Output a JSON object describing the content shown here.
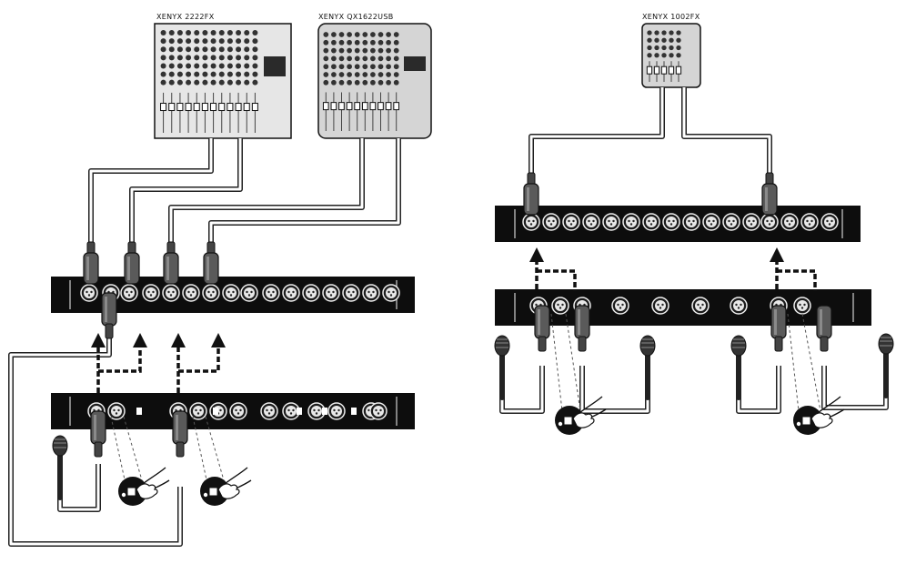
{
  "mixers": {
    "m1": {
      "label": "XENYX 2222FX"
    },
    "m2": {
      "label": "XENYX QX1622USB"
    },
    "m3": {
      "label": "XENYX 1002FX"
    }
  },
  "colors": {
    "rack": "#0d0d0d",
    "cable": "#3a3a3a",
    "arrow": "#111111",
    "mixer_face": "#e6e6e6",
    "mixer_dark": "#2a2a2a"
  },
  "icons": [
    "xlr-connector-icon",
    "microphone-icon",
    "ground-lift-switch-icon",
    "pointing-hand-icon"
  ]
}
